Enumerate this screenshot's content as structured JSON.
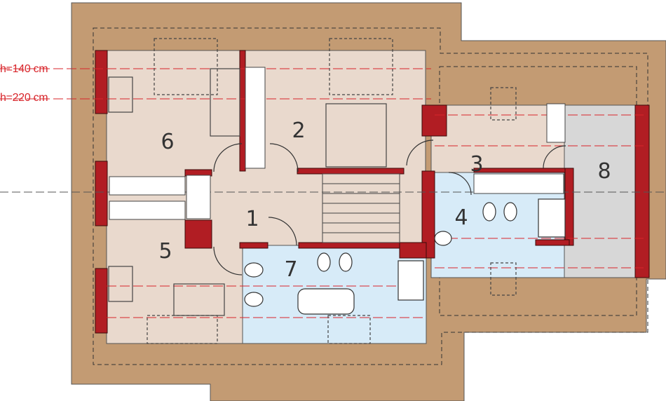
{
  "heights": {
    "h1": "h=140 cm",
    "h2": "h=220 cm"
  },
  "rooms": [
    "1",
    "2",
    "3",
    "4",
    "5",
    "6",
    "7",
    "8"
  ],
  "colors": {
    "roof": "#c39b73",
    "floor": "#e9d9cd",
    "bath": "#d7ebf8",
    "unused": "#d7d7d7",
    "wall": "#b11d23",
    "guide": "#d8252b"
  }
}
